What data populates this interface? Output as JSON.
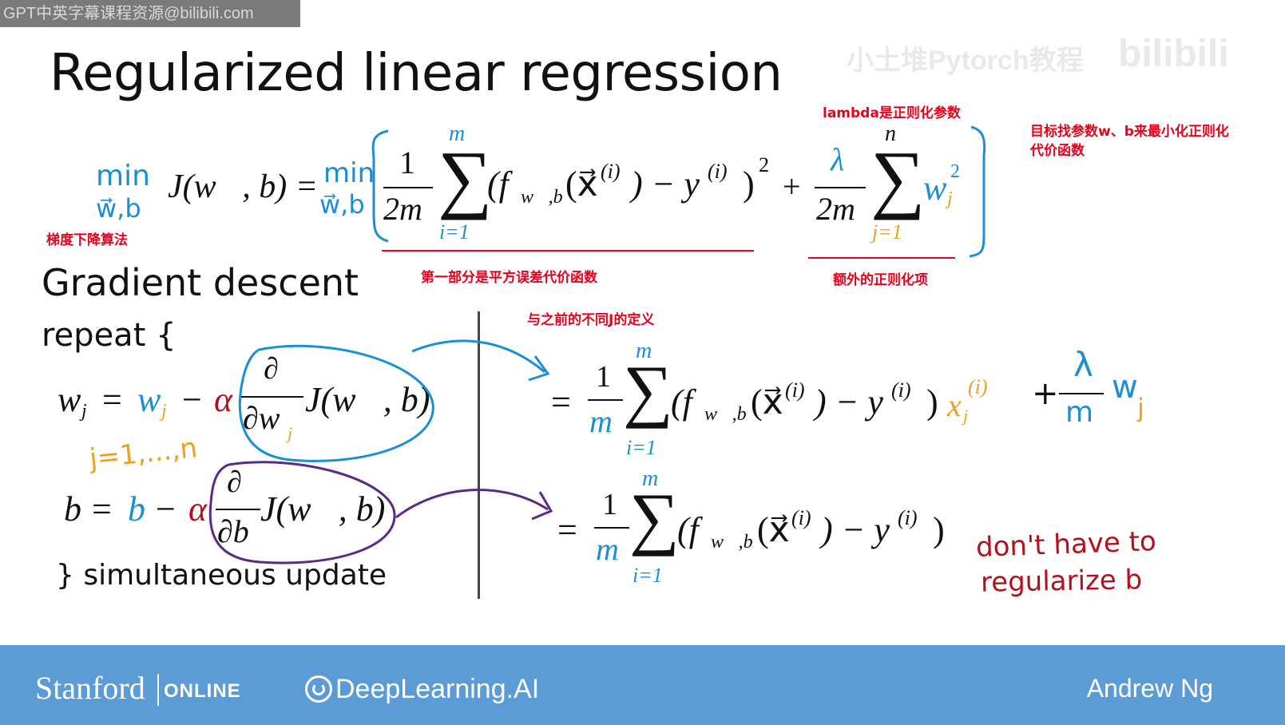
{
  "watermark": {
    "top_left": "GPT中英字幕课程资源@bilibili.com",
    "top_right_channel": "小土堆Pytorch教程",
    "top_right_brand": "bilibili"
  },
  "slide": {
    "title": "Regularized linear regression",
    "gradient_title": "Gradient descent",
    "repeat": "repeat {",
    "close": "} simultaneous update"
  },
  "cost": {
    "min_word": "min",
    "min_sub": "w⃗,b",
    "lhs": "J(w⃗, b) =",
    "min2_word": "min",
    "min2_sub": "w⃗,b",
    "frac1_num": "1",
    "frac1_den": "2m",
    "sum1_top": "m",
    "sum1_bot": "i=1",
    "term1": "(f",
    "term1_sub": "w⃗,b",
    "term1_rest": "(x⃗",
    "term1_sup": "(i)",
    "term1_minus": ") − y",
    "term1_ysup": "(i)",
    "term1_close": ")",
    "term1_sq": "2",
    "plus": "+",
    "frac2_num": "λ",
    "frac2_den": "2m",
    "sum2_top": "n",
    "sum2_bot": "j=1",
    "w": "w",
    "w_sub": "j",
    "w_sup": "2"
  },
  "updates": {
    "w_lhs": "w",
    "w_sub": "j",
    "eq": "=",
    "alpha": "α",
    "minus": "−",
    "partial": "∂",
    "dw": "∂w",
    "J": "J(w⃗, b)",
    "j_range": "j=1,...,n",
    "b": "b",
    "db": "∂b"
  },
  "right": {
    "eq": "=",
    "one": "1",
    "m": "m",
    "sum_top": "m",
    "sum_bot": "i=1",
    "f": "(f",
    "f_sub": "w⃗,b",
    "x": "(x⃗",
    "x_sup": "(i)",
    "minus_y": ") − y",
    "y_sup": "(i)",
    "close": ")",
    "xj": "x",
    "xj_sub": "j",
    "xj_sup": "(i)",
    "plus": "+",
    "lambda": "λ",
    "lam_m": "m",
    "wj": "w",
    "wj_sub": "j",
    "note_hand": "don't have to",
    "note_hand2": "regularize b"
  },
  "annotations": {
    "lambda_note": "lambda是正则化参数",
    "goal_note_1": "目标找参数w、b来最小化正则化",
    "goal_note_2": "代价函数",
    "gd_note": "梯度下降算法",
    "part1_note": "第一部分是平方误差代价函数",
    "extra_note": "额外的正则化项",
    "diff_note": "与之前的不同J的定义"
  },
  "footer": {
    "stanford": "Stanford",
    "online": "ONLINE",
    "deeplearning": "DeepLearning.AI",
    "instructor": "Andrew Ng"
  }
}
